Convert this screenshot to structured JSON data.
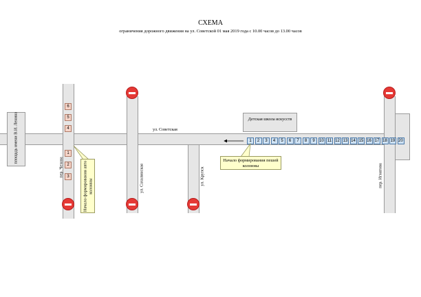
{
  "header": {
    "title": "СХЕМА",
    "subtitle": "ограничения дорожного движения на ул. Советской 01 мая 2019 года с 10.00 часов до 13.00 часов"
  },
  "streets": {
    "lenin_square": "площадь имени В.И. Ленина",
    "chekhov_lane": "пер. Чехова",
    "sakhalinskaya": "ул. Сахалинская",
    "krupskaya": "ул. Крупск",
    "sovetskaya": "ул. Советская",
    "ignatova_lane": "пер. Игнатова"
  },
  "buildings": {
    "art_school": "Детская школа искусств"
  },
  "callouts": {
    "foot_column": "Начало формирования пешей колонны",
    "auto_column": "Начало формирования авто колонны"
  },
  "markers": {
    "north_lane_spots": [
      "6",
      "5",
      "4"
    ],
    "south_lane_spots": [
      "1",
      "2",
      "3"
    ],
    "foot_column_spots": [
      "1",
      "2",
      "3",
      "4",
      "5",
      "6",
      "7",
      "8",
      "9",
      "10",
      "11",
      "12",
      "13",
      "14",
      "15",
      "16",
      "17",
      "18",
      "19",
      "20"
    ]
  },
  "colors": {
    "road": "#e6e6e6",
    "stop_sign": "#e53935",
    "pink_marker": "#f6d5c9",
    "blue_marker": "#cfe2f3",
    "callout": "#ffffcc"
  }
}
